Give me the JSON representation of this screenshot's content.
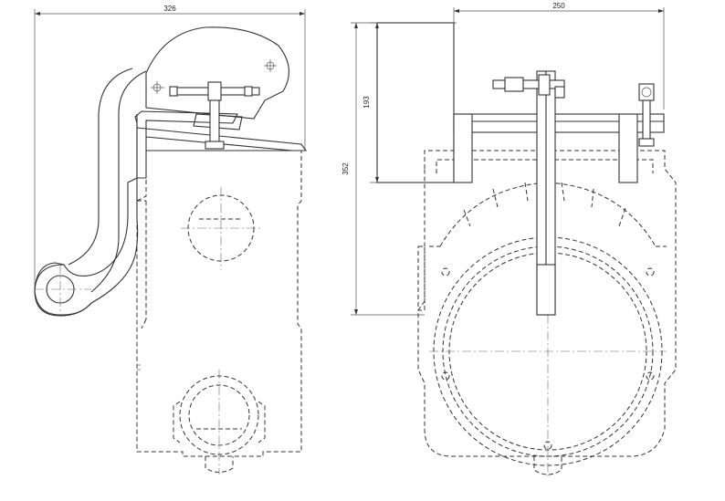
{
  "dimensions": {
    "width_left": "326",
    "width_right": "250",
    "height_upper": "193",
    "height_total": "352"
  }
}
